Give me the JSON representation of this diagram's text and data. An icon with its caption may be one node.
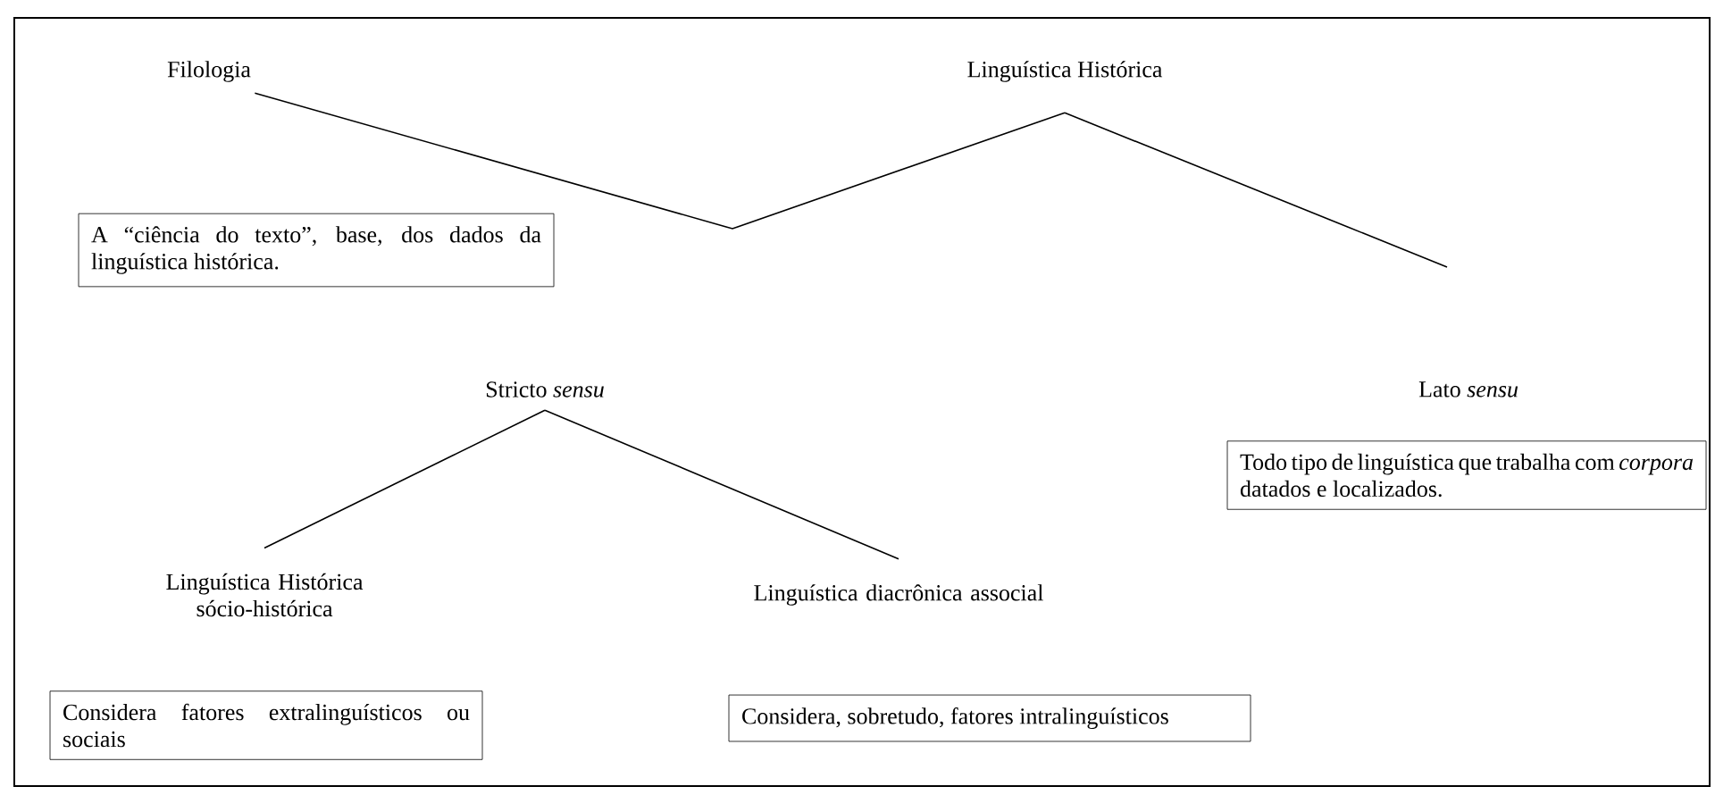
{
  "diagram": {
    "nodes": [
      {
        "text": [
          "Filologia"
        ]
      },
      {
        "text": [
          "Linguística Histórica"
        ]
      },
      {
        "text": [
          "A “ciência do texto”, base, dos dados da linguística histórica."
        ]
      },
      {
        "text": [
          "Stricto *sensu*"
        ]
      },
      {
        "text": [
          "Lato *sensu*"
        ]
      },
      {
        "text": [
          "Todo tipo de linguística que trabalha com *corpora* datados e localizados."
        ]
      },
      {
        "text": [
          "Linguística Histórica sócio-histórica"
        ]
      },
      {
        "text": [
          "Considera fatores extralinguísticos ou sociais"
        ]
      },
      {
        "text": [
          "Linguística diacrônica associal"
        ]
      },
      {
        "text": [
          "Considera, sobretudo, fatores intralinguísticos"
        ]
      }
    ],
    "edges": [
      {
        "from": 0,
        "to": 1,
        "arrow": "none"
      },
      {
        "from": 1,
        "to": 4,
        "arrow": "none"
      },
      {
        "from": 3,
        "to": 6,
        "arrow": "none"
      },
      {
        "from": 3,
        "to": 8,
        "arrow": "none"
      }
    ]
  }
}
